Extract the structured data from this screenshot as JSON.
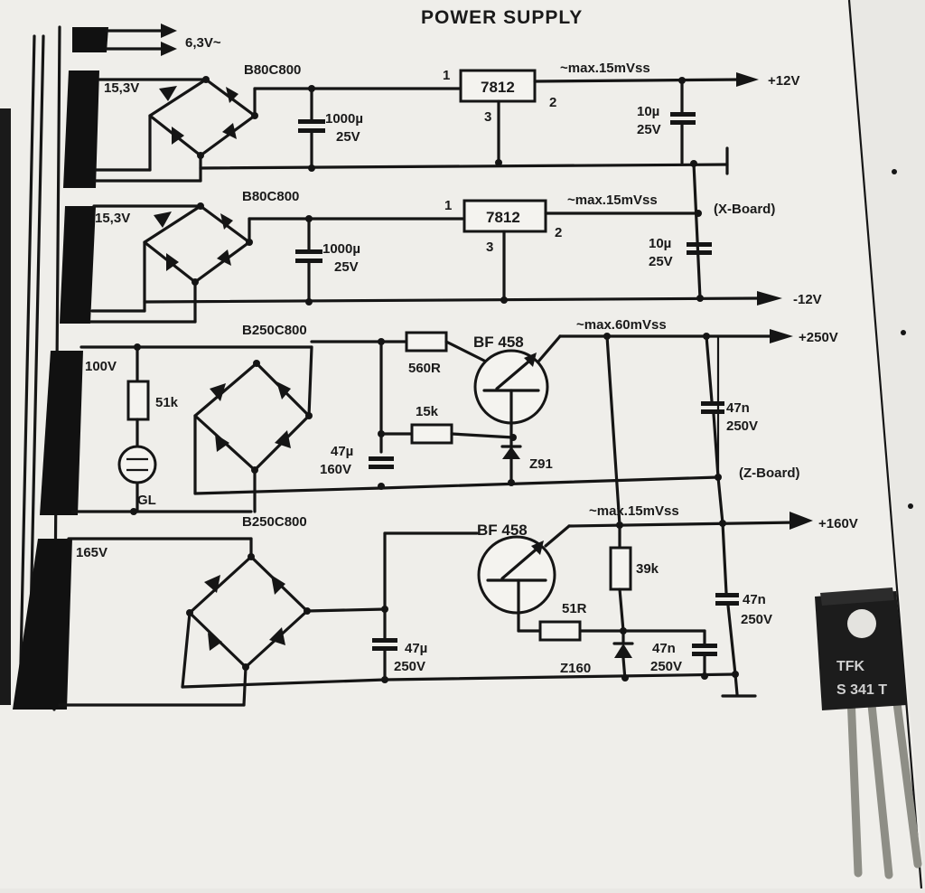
{
  "title": "POWER SUPPLY",
  "top_rail": {
    "tap": "6,3V~"
  },
  "section1": {
    "winding": "15,3V",
    "bridge": "B80C800",
    "cap1": "1000µ",
    "cap1_v": "25V",
    "regulator": "7812",
    "pin1": "1",
    "pin2": "2",
    "pin3": "3",
    "ripple": "~max.15mVss",
    "cap2": "10µ",
    "cap2_v": "25V",
    "output": "+12V"
  },
  "section2": {
    "winding": "15,3V",
    "bridge": "B80C800",
    "cap1": "1000µ",
    "cap1_v": "25V",
    "regulator": "7812",
    "pin1": "1",
    "pin2": "2",
    "pin3": "3",
    "ripple": "~max.15mVss",
    "cap2": "10µ",
    "cap2_v": "25V",
    "output": "-12V",
    "board": "(X-Board)"
  },
  "section3": {
    "winding": "100V",
    "resistor_gl": "51k",
    "lamp": "GL",
    "bridge": "B250C800",
    "r1": "560R",
    "transistor": "BF 458",
    "r2": "15k",
    "zener": "Z91",
    "cap1": "47µ",
    "cap1_v": "160V",
    "ripple": "~max.60mVss",
    "cap2": "47n",
    "cap2_v": "250V",
    "output": "+250V",
    "board": "(Z-Board)"
  },
  "section4": {
    "winding": "165V",
    "bridge": "B250C800",
    "transistor": "BF 458",
    "ripple": "~max.15mVss",
    "r1": "39k",
    "r2": "51R",
    "zener": "Z160",
    "cap1": "47µ",
    "cap1_v": "250V",
    "cap2": "47n",
    "cap2_v": "250V",
    "cap3": "47n",
    "cap3_v": "250V",
    "output": "+160V"
  },
  "component_photo": {
    "line1": "TFK",
    "line2": "S 341 T"
  }
}
